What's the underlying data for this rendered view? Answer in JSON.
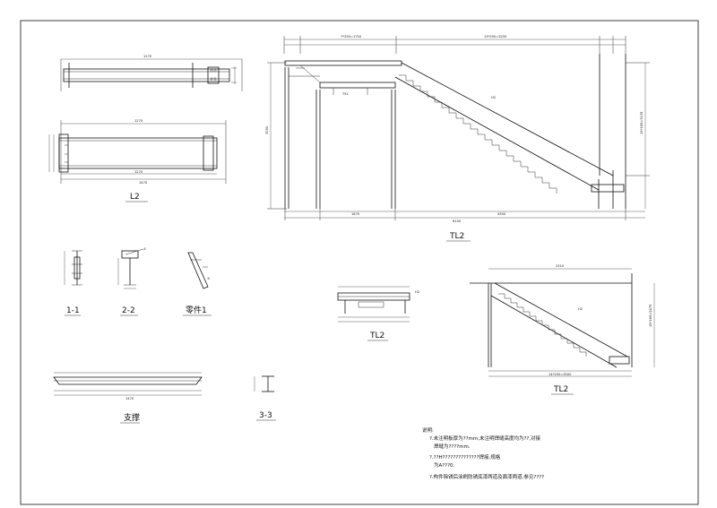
{
  "captions": {
    "l2": "L2",
    "tl2_main": "TL2",
    "sec_1_1": "1-1",
    "sec_2_2": "2-2",
    "part_1": "零件1",
    "tl2_small": "TL2",
    "tl2_right": "TL2",
    "support": "支撑",
    "sec_3_3": "3-3"
  },
  "labels": {
    "tl2_h2": "H2",
    "tl2_ts1": "TS1",
    "tl2s_h2": "H2",
    "tl2r_h2": "H2",
    "sec22_callout": "①",
    "part1_callout": "③"
  },
  "dims": {
    "l2_len": "1270",
    "l2_len_top": "1270",
    "l2_len_bottom": "1270",
    "l2_total": "1470",
    "tl2_steps": "7*250=1750",
    "tl2_run": "13*250=3250",
    "tl2_span": "4300",
    "tl2_right": "1870",
    "tl2_total": "6100",
    "tl2_height": "3050",
    "tl2_side": "19*165=3135",
    "support_len": "1470",
    "tl2r_run": "14*250=3500",
    "tl2r_side": "15*165=2475",
    "tl2r_top": "2310"
  },
  "notes": {
    "title": "说明:",
    "n1a": "?.未注明板厚为??mm,未注明焊缝高度均为??,对接",
    "n1b": "焊缝为????mm.",
    "n2a": "?.??H??????????????焊接,规格",
    "n2b": "为A???0.",
    "n3": "?.构件除锈后涂刷防锈底漆两道及面漆两道,参见????"
  }
}
